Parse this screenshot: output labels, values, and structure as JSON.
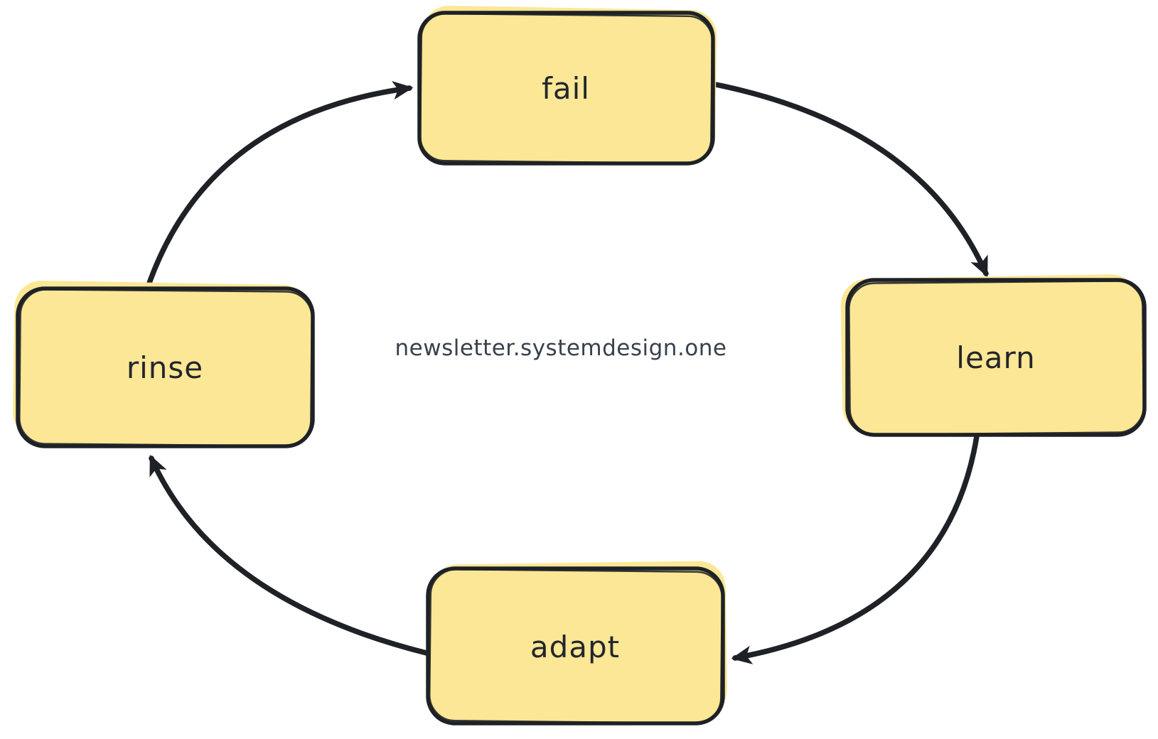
{
  "diagram": {
    "watermark": "newsletter.systemdesign.one",
    "colors": {
      "node_fill": "#FBE795",
      "outline": "#1E2126",
      "label_text": "#22262B",
      "watermark_text": "#39414B",
      "background": "#FFFFFF"
    },
    "nodes": [
      {
        "id": "fail",
        "label": "fail"
      },
      {
        "id": "learn",
        "label": "learn"
      },
      {
        "id": "adapt",
        "label": "adapt"
      },
      {
        "id": "rinse",
        "label": "rinse"
      }
    ],
    "edges": [
      {
        "from": "rinse",
        "to": "fail"
      },
      {
        "from": "fail",
        "to": "learn"
      },
      {
        "from": "learn",
        "to": "adapt"
      },
      {
        "from": "adapt",
        "to": "rinse"
      }
    ]
  }
}
